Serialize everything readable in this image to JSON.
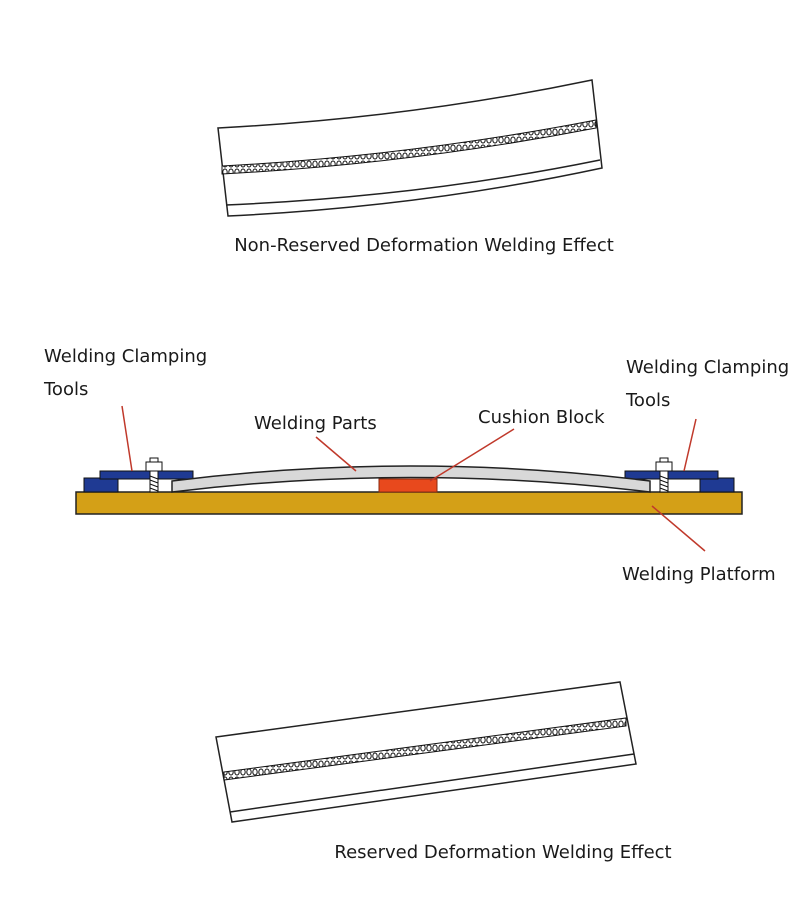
{
  "top_figure": {
    "caption": "Non-Reserved Deformation Welding Effect"
  },
  "middle_figure": {
    "labels": {
      "left_clamp_line1": "Welding Clamping",
      "left_clamp_line2": "Tools",
      "right_clamp_line1": "Welding Clamping",
      "right_clamp_line2": "Tools",
      "welding_parts": "Welding Parts",
      "cushion_block": "Cushion Block",
      "welding_platform": "Welding Platform"
    },
    "colors": {
      "platform": "#D4A017",
      "clamp": "#1F3A93",
      "cushion": "#E8491D",
      "part": "#D8D8D8",
      "leader_line": "#C0392B"
    }
  },
  "bottom_figure": {
    "caption": "Reserved Deformation Welding Effect"
  }
}
